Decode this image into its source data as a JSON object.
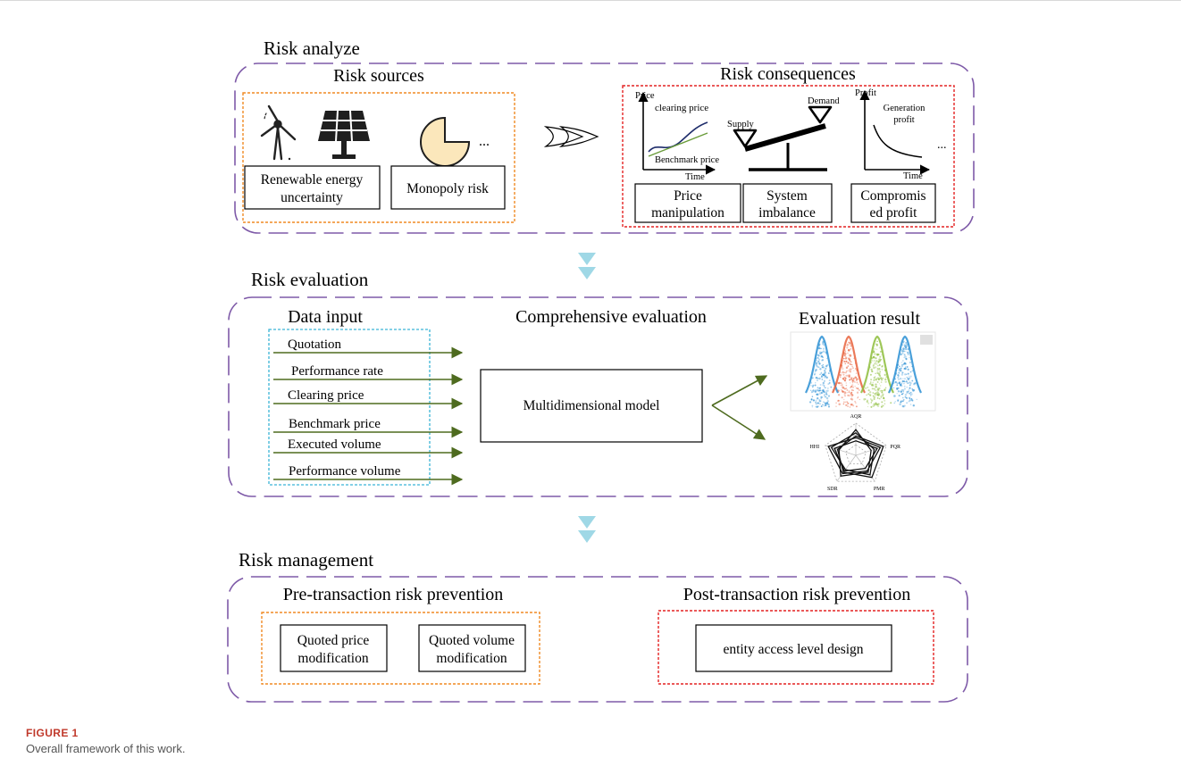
{
  "figure": {
    "label": "FIGURE 1",
    "caption": "Overall framework of this work."
  },
  "analyze": {
    "title": "Risk analyze",
    "sources_title": "Risk sources",
    "consequences_title": "Risk consequences",
    "source_ellipsis": "...",
    "renewable_line1": "Renewable energy",
    "renewable_line2": "uncertainty",
    "monopoly": "Monopoly risk",
    "price_chart": {
      "y_axis": "Price",
      "x_axis": "Time",
      "curve1": "clearing price",
      "curve2": "Benchmark price"
    },
    "seesaw": {
      "left": "Supply",
      "right": "Demand"
    },
    "profit_chart": {
      "y_axis": "Profit",
      "x_axis": "Time",
      "curve_line1": "Generation",
      "curve_line2": "profit",
      "ellipsis": "..."
    },
    "box_price_line1": "Price",
    "box_price_line2": "manipulation",
    "box_system_line1": "System",
    "box_system_line2": "imbalance",
    "box_profit_line1": "Compromis",
    "box_profit_line2": "ed profit"
  },
  "evaluation": {
    "title": "Risk evaluation",
    "data_input_title": "Data input",
    "comprehensive_title": "Comprehensive evaluation",
    "result_title": "Evaluation result",
    "inputs": [
      "Quotation",
      "Performance rate",
      "Clearing price",
      "Benchmark price",
      "Executed  volume",
      "Performance volume"
    ],
    "model": "Multidimensional model",
    "radar_labels": [
      "AQR",
      "PQR",
      "PMR",
      "SDR",
      "HHI"
    ]
  },
  "management": {
    "title": "Risk management",
    "pre_title": "Pre-transaction risk prevention",
    "post_title": "Post-transaction risk prevention",
    "quoted_price_line1": "Quoted price",
    "quoted_price_line2": "modification",
    "quoted_volume_line1": "Quoted volume",
    "quoted_volume_line2": "modification",
    "entity_access": "entity access level design"
  },
  "colors": {
    "purple_dash": "#7e5aa8",
    "orange_dash": "#f08a24",
    "red_dash": "#e32222",
    "cyan_dash": "#3ab3d6",
    "arrow_green": "#4e6b1f",
    "down_arrow": "#9fd8e6",
    "pie": "#fbe7bb",
    "dist_colors": [
      "#2a8fd4",
      "#e8613c",
      "#8dbd3b",
      "#2a8fd4"
    ]
  }
}
